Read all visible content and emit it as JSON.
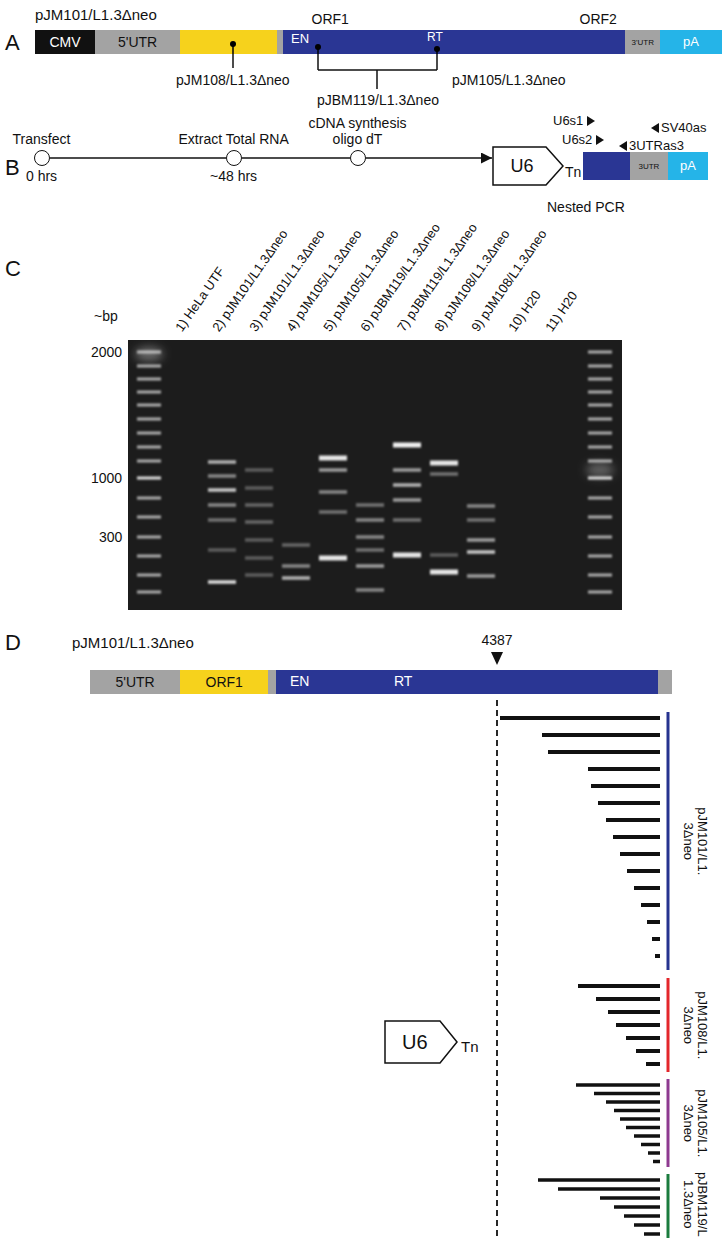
{
  "diagram": {
    "nodes": [
      {
        "text": [
          "CMV"
        ]
      },
      {
        "text": [
          "5'UTR"
        ]
      },
      {
        "text": [
          "ORF1"
        ]
      },
      {
        "text": [
          "ORF2",
          "EN",
          "RT"
        ]
      },
      {
        "text": [
          "3'UTR"
        ]
      },
      {
        "text": [
          "pA"
        ]
      },
      {
        "text": [
          "Transfect",
          "0 hrs"
        ]
      },
      {
        "text": [
          "Extract Total RNA",
          "~48 hrs"
        ]
      },
      {
        "text": [
          "cDNA synthesis oligo dT"
        ]
      },
      {
        "text": [
          "U6"
        ]
      },
      {
        "text": [
          "3UTR"
        ]
      },
      {
        "text": [
          "pA"
        ]
      },
      {
        "text": [
          "5'UTR"
        ]
      },
      {
        "text": [
          "ORF1"
        ]
      },
      {
        "text": [
          "EN",
          "RT"
        ]
      },
      {
        "text": [
          "U6"
        ]
      }
    ],
    "edges": [
      {
        "from": 6,
        "to": 7,
        "arrow": "none"
      },
      {
        "from": 7,
        "to": 8,
        "arrow": "none"
      },
      {
        "from": 8,
        "to": 9,
        "arrow": "to"
      }
    ],
    "labels": [
      "A",
      "pJM101/L1.3Δneo",
      "pJM108/L1.3Δneo",
      "pJM105/L1.3Δneo",
      "pJBM119/L1.3Δneo",
      "B",
      "U6s1",
      "U6s2",
      "SV40as",
      "3UTRas3",
      "Tn",
      "Nested PCR",
      "C",
      "~bp",
      "2000",
      "1000",
      "300",
      "1) HeLa UTF",
      "2) pJM101/L1.3Δneo",
      "3) pJM101/L1.3Δneo",
      "4) pJM105/L1.3Δneo",
      "5) pJM105/L1.3Δneo",
      "6) pJBM119/L1.3Δneo",
      "7) pJBM119/L1.3Δneo",
      "8) pJM108/L1.3Δneo",
      "9) pJM108/L1.3Δneo",
      "10) H20",
      "11) H20",
      "D",
      "pJM101/L1.3Δneo",
      "4387",
      "Tn",
      "pJM101/L1.3Δneo",
      "pJM108/L1.3Δneo",
      "pJM105/L1.3Δneo",
      "pJBM119/L1.3Δneo"
    ]
  }
}
